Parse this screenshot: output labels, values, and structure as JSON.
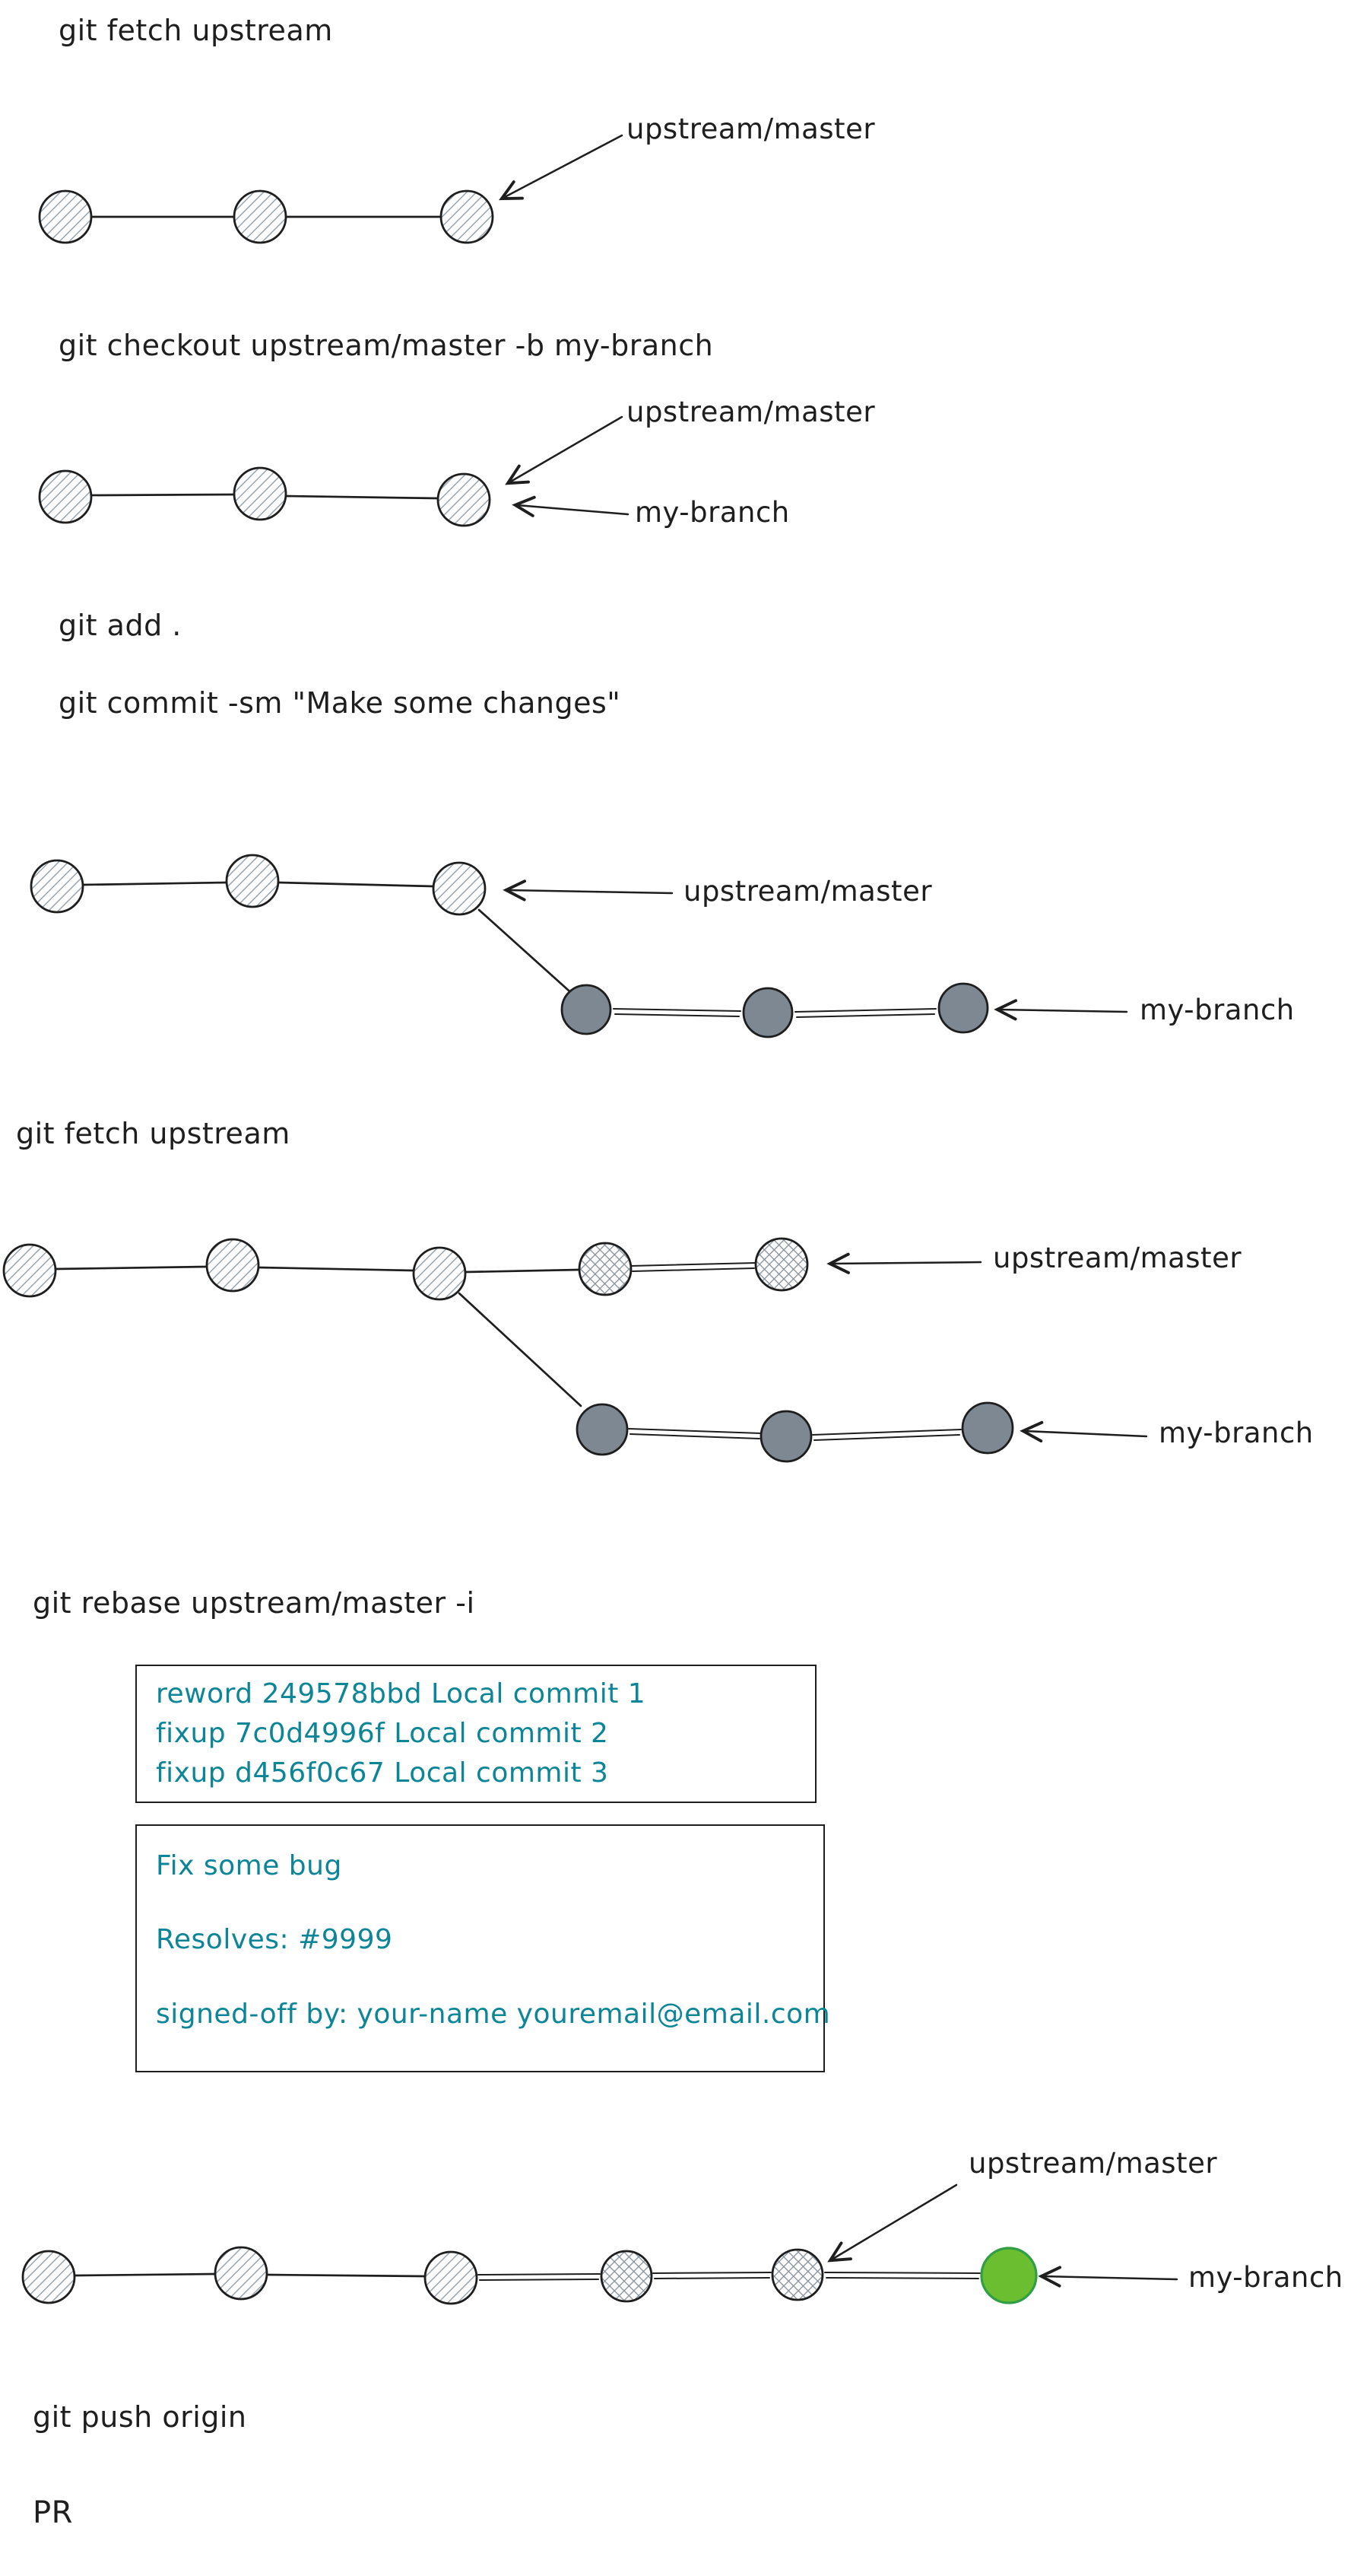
{
  "colors": {
    "ink": "#1e1e1e",
    "teal": "#0c8599",
    "commit_gray": "#7d8893",
    "commit_green": "#6abe30",
    "commit_green_stroke": "#2f9e44"
  },
  "commands": {
    "fetch_1": "git fetch upstream",
    "checkout": "git checkout upstream/master -b my-branch",
    "add": "git add .",
    "commit": "git commit -sm \"Make some changes\"",
    "fetch_2": "git fetch upstream",
    "rebase": "git rebase upstream/master -i",
    "push": "git push origin",
    "pr": "PR"
  },
  "labels": {
    "upstream_master": "upstream/master",
    "my_branch": "my-branch"
  },
  "rebase_todo": {
    "lines": [
      "reword 249578bbd Local commit 1",
      "fixup 7c0d4996f Local commit 2",
      "fixup d456f0c67 Local commit 3"
    ]
  },
  "commit_message": {
    "lines": [
      "Fix some bug",
      "Resolves: #9999",
      "signed-off by: your-name youremail@email.com"
    ]
  }
}
